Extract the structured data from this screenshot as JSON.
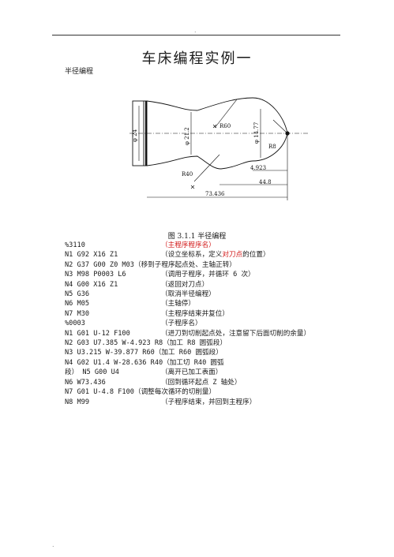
{
  "page": {
    "dot_top": ".",
    "dot_bottom": ".",
    "title": "车床编程实例一",
    "subtitle": "半径编程",
    "caption": "图 3.1.1 半径编程"
  },
  "figure": {
    "dim_24": "φ 24",
    "dim_21": "φ 21.2",
    "dim_14": "φ 14.77",
    "r60": "R60",
    "r8": "R8",
    "r40": "R40",
    "d4923": "4.923",
    "d448": "44.8",
    "d73": "73.436"
  },
  "program": {
    "lines": [
      {
        "code": "%3110",
        "comment": "（主程序程序名）",
        "comment_red": true
      },
      {
        "code": "N1 G92 X16 Z1",
        "comment": "（设立坐标系，定义",
        "comment_tail": "对刀点",
        "comment_end": "的位置）"
      },
      {
        "code": "N2 G37 G00 Z0 M03",
        "comment": "（移到子程序起点处、主轴正转）"
      },
      {
        "code": "N3 M98 P0003 L6",
        "comment": "（调用子程序，并循环 6 次）"
      },
      {
        "code": "N4 G00 X16 Z1",
        "comment": "（返回对刀点）"
      },
      {
        "code": "N5 G36",
        "comment": "（取消半径编程）"
      },
      {
        "code": "N6 M05",
        "comment": "（主轴停）"
      },
      {
        "code": "N7 M30",
        "comment": "（主程序结束并复位）"
      },
      {
        "code": "%0003",
        "comment": "（子程序名）"
      },
      {
        "code": "N1 G01 U-12 F100",
        "comment": "（进刀到切削起点处，注意留下后面切削的余量）"
      },
      {
        "code": "N2 G03 U7.385 W-4.923 R8",
        "comment": "（加工 R8 圆弧段）"
      },
      {
        "code": "N3 U3.215 W-39.877 R60",
        "comment": "（加工 R60 圆弧段）"
      },
      {
        "code": "N4 G02 U1.4 W-28.636 R40",
        "comment": "（加工切 R40 圆弧"
      },
      {
        "code": "段） N5 G00 U4",
        "comment": "（离开已加工表面）"
      },
      {
        "code": "N6 W73.436",
        "comment": "（回到循环起点 Z 轴处）"
      },
      {
        "code": "N7 G01 U-4.8 F100",
        "comment": "（调整每次循环的切削量）"
      },
      {
        "code": "N8 M99",
        "comment": "（子程序结束，并回到主程序）"
      }
    ]
  }
}
